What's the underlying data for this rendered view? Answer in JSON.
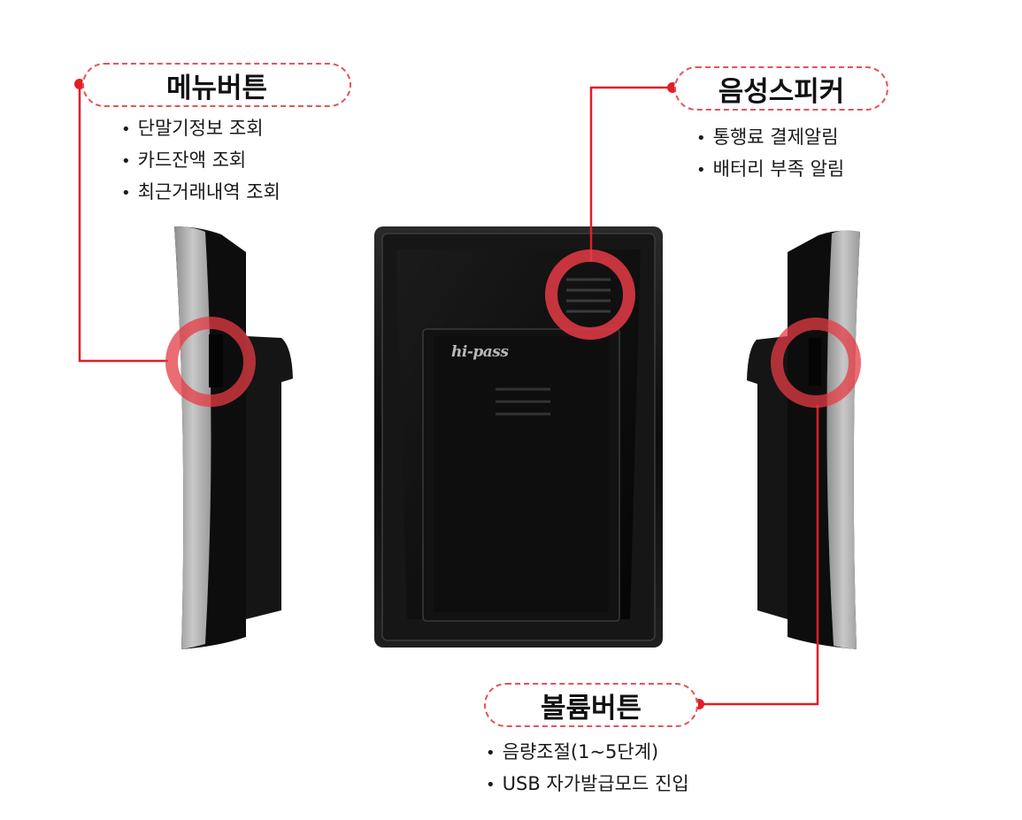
{
  "colors": {
    "accent": "#e21e26",
    "highlight_ring": "#e63b46",
    "device_body": "#111111",
    "device_silver": "#a8a8a8"
  },
  "callouts": {
    "menu": {
      "title": "메뉴버튼",
      "items": [
        "단말기정보 조회",
        "카드잔액 조회",
        "최근거래내역 조회"
      ]
    },
    "speaker": {
      "title": "음성스피커",
      "items": [
        "통행료 결제알림",
        "배터리 부족 알림"
      ]
    },
    "volume": {
      "title": "볼륨버튼",
      "items": [
        "음량조절(1~5단계)",
        "USB 자가발급모드 진입"
      ]
    }
  },
  "device": {
    "brand": "hi-pass"
  }
}
